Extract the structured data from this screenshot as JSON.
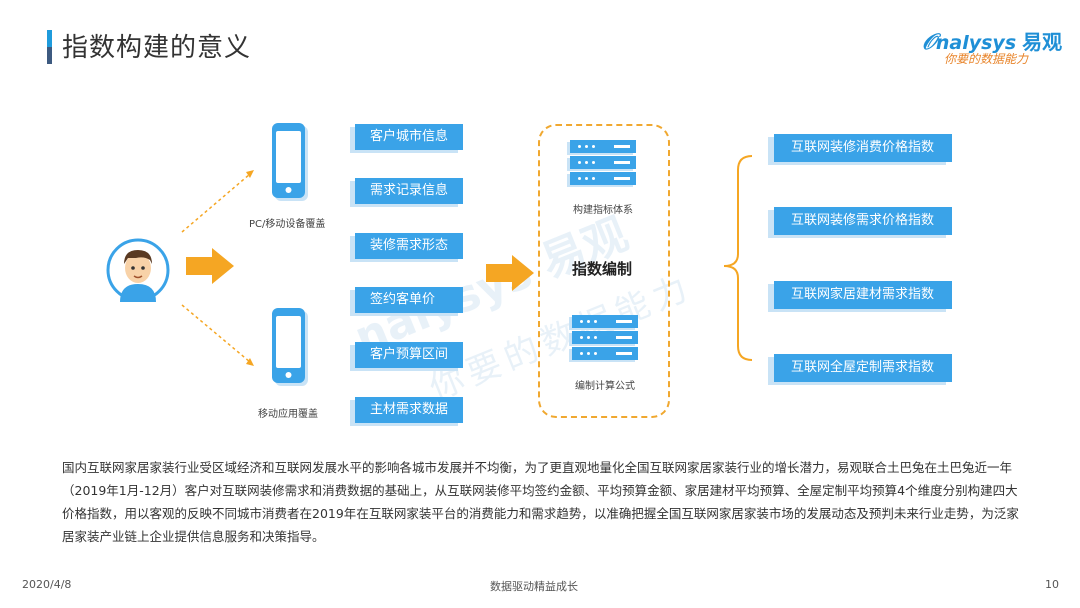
{
  "header": {
    "title": "指数构建的意义",
    "logo_main": "nalysys",
    "logo_cn": "易观",
    "logo_slogan": "你要的数据能力",
    "watermark_main": "nalysys 易观",
    "watermark_sub": "你要的数据能力"
  },
  "diagram": {
    "device_top_label": "PC/移动设备覆盖",
    "device_bottom_label": "移动应用覆盖",
    "data_items": [
      "客户城市信息",
      "需求记录信息",
      "装修需求形态",
      "签约客单价",
      "客户预算区间",
      "主材需求数据"
    ],
    "index_system_label": "构建指标体系",
    "center_title": "指数编制",
    "formula_label": "编制计算公式",
    "index_outputs": [
      "互联网装修消费价格指数",
      "互联网装修需求价格指数",
      "互联网家居建材需求指数",
      "互联网全屋定制需求指数"
    ]
  },
  "description": "国内互联网家居家装行业受区域经济和互联网发展水平的影响各城市发展并不均衡，为了更直观地量化全国互联网家居家装行业的增长潜力，易观联合土巴兔在土巴兔近一年（2019年1月-12月）客户对互联网装修需求和消费数据的基础上，从互联网装修平均签约金额、平均预算金额、家居建材平均预算、全屋定制平均预算4个维度分别构建四大价格指数，用以客观的反映不同城市消费者在2019年在互联网家装平台的消费能力和需求趋势，以准确把握全国互联网家居家装市场的发展动态及预判未来行业走势，为泛家居家装产业链上企业提供信息服务和决策指导。",
  "footer": {
    "date": "2020/4/8",
    "slogan": "数据驱动精益成长",
    "page_number": "10"
  },
  "colors": {
    "box_blue": "#3aa3e8",
    "arrow_orange": "#f5a623",
    "accent_blue": "#1f9bdc"
  }
}
